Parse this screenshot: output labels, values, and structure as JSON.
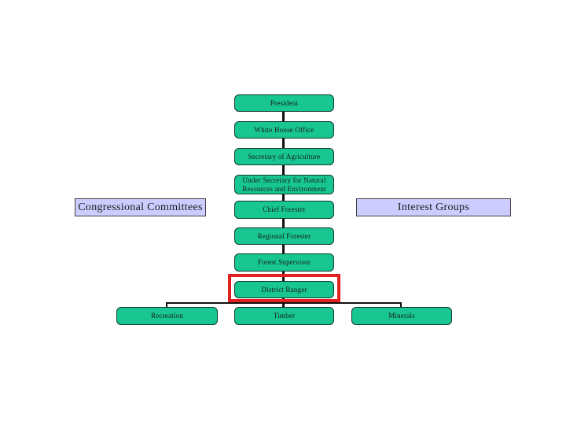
{
  "diagram": {
    "title_hint": "Forest Service chain of command slide",
    "colors": {
      "background": "#FFFFFF",
      "node_fill": "#17C690",
      "node_border": "#123B2B",
      "side_box_fill": "#CCCCFF",
      "side_box_border": "#404040",
      "connector": "#111111",
      "highlight_outline": "#E32020",
      "text": "#1A1A1A"
    },
    "chain": [
      {
        "label": "President"
      },
      {
        "label": "White House Office"
      },
      {
        "label": "Secretary of Agriculture"
      },
      {
        "label": "Under Secretary for Natural Resources and Environment"
      },
      {
        "label": "Chief Forester"
      },
      {
        "label": "Regional Forester"
      },
      {
        "label": "Forest Supervisor"
      },
      {
        "label": "District Ranger",
        "highlighted": true
      }
    ],
    "side_boxes": [
      {
        "label": "Congressional Committees",
        "side": "left"
      },
      {
        "label": "Interest Groups",
        "side": "right"
      }
    ],
    "district_units": [
      {
        "label": "Recreation"
      },
      {
        "label": "Timber"
      },
      {
        "label": "Minerals"
      }
    ]
  }
}
